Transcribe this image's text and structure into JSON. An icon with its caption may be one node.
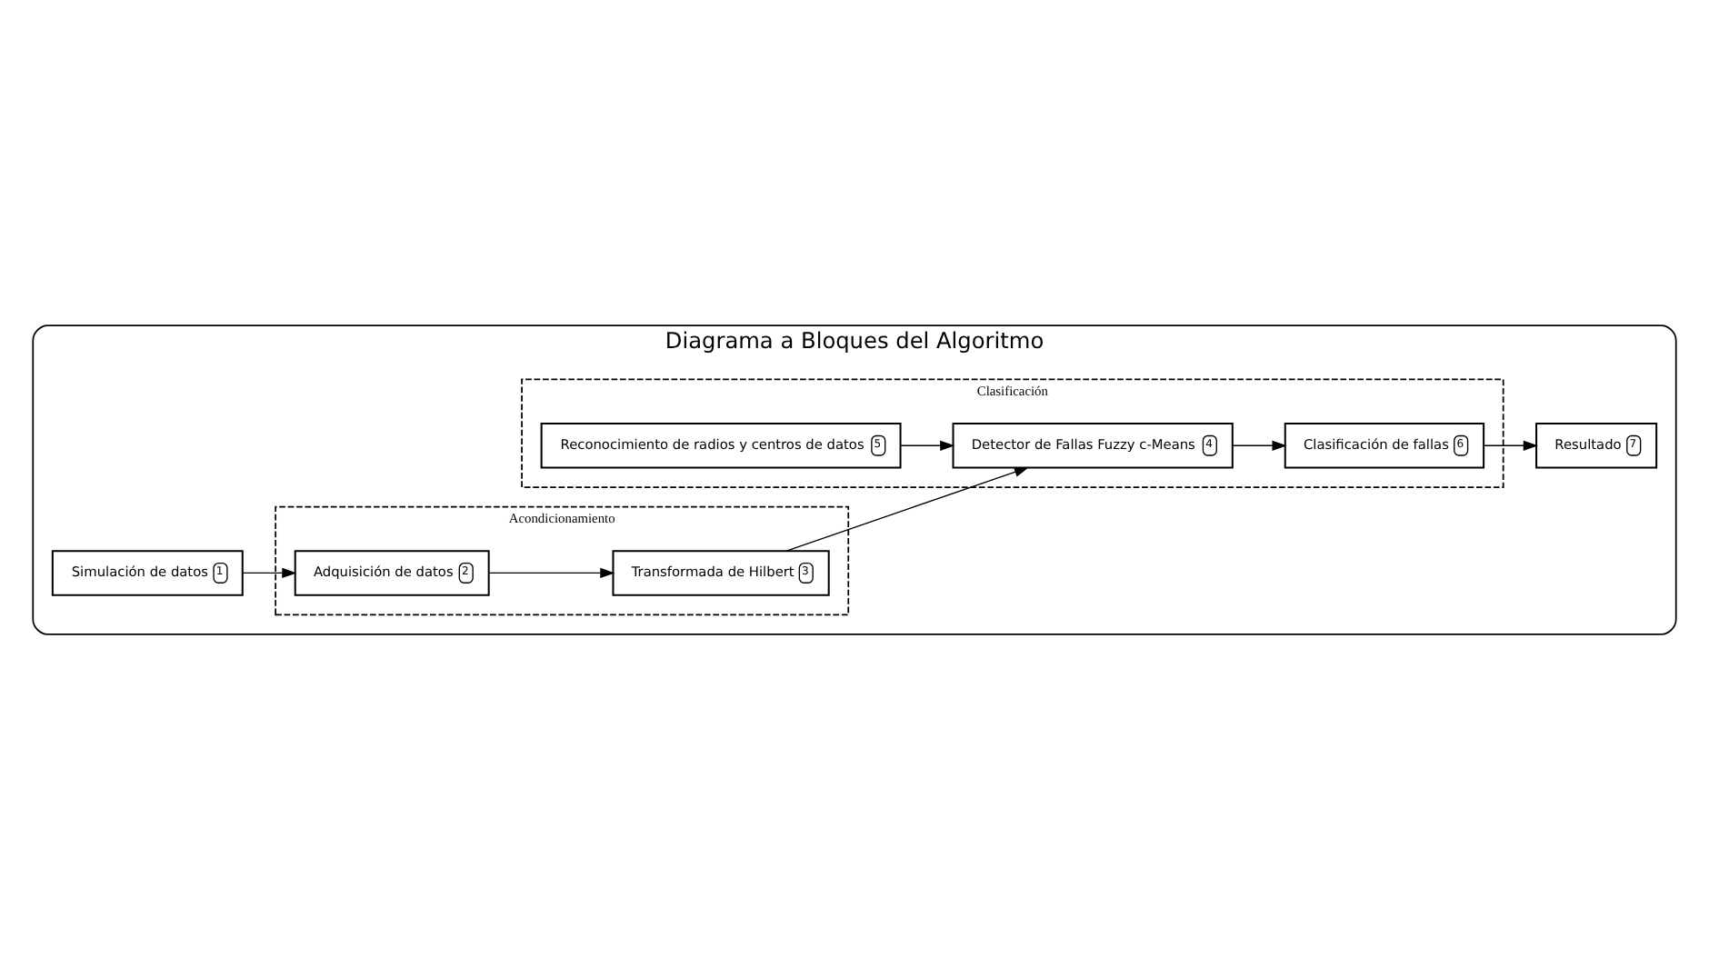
{
  "diagram": {
    "nodes": [
      {
        "text": [
          "Diagrama a Bloques del Algoritmo"
        ]
      },
      {
        "text": [
          "Acondicionamiento"
        ],
        "in": 0
      },
      {
        "text": [
          "Adquisición de datos",
          "2"
        ],
        "in": 1
      },
      {
        "text": [
          "Transformada de Hilbert",
          "3"
        ],
        "in": 1
      },
      {
        "text": [
          "Simulación de datos",
          "1"
        ],
        "in": 0
      },
      {
        "text": [
          "Clasificación"
        ],
        "in": 0
      },
      {
        "text": [
          "Reconocimiento de radios y centros de datos",
          "5"
        ],
        "in": 5
      },
      {
        "text": [
          "Detector de Fallas Fuzzy c-Means",
          "4"
        ],
        "in": 5
      },
      {
        "text": [
          "Clasificación de fallas",
          "6"
        ],
        "in": 5
      },
      {
        "text": [
          "Resultado",
          "7"
        ],
        "in": 0
      }
    ],
    "edges": [
      {
        "from": 4,
        "to": 2,
        "arrow": "to"
      },
      {
        "from": 2,
        "to": 3,
        "arrow": "to"
      },
      {
        "from": 3,
        "to": 7,
        "arrow": "to"
      },
      {
        "from": 6,
        "to": 7,
        "arrow": "to"
      },
      {
        "from": 7,
        "to": 8,
        "arrow": "to"
      },
      {
        "from": 8,
        "to": 9,
        "arrow": "to"
      }
    ]
  }
}
